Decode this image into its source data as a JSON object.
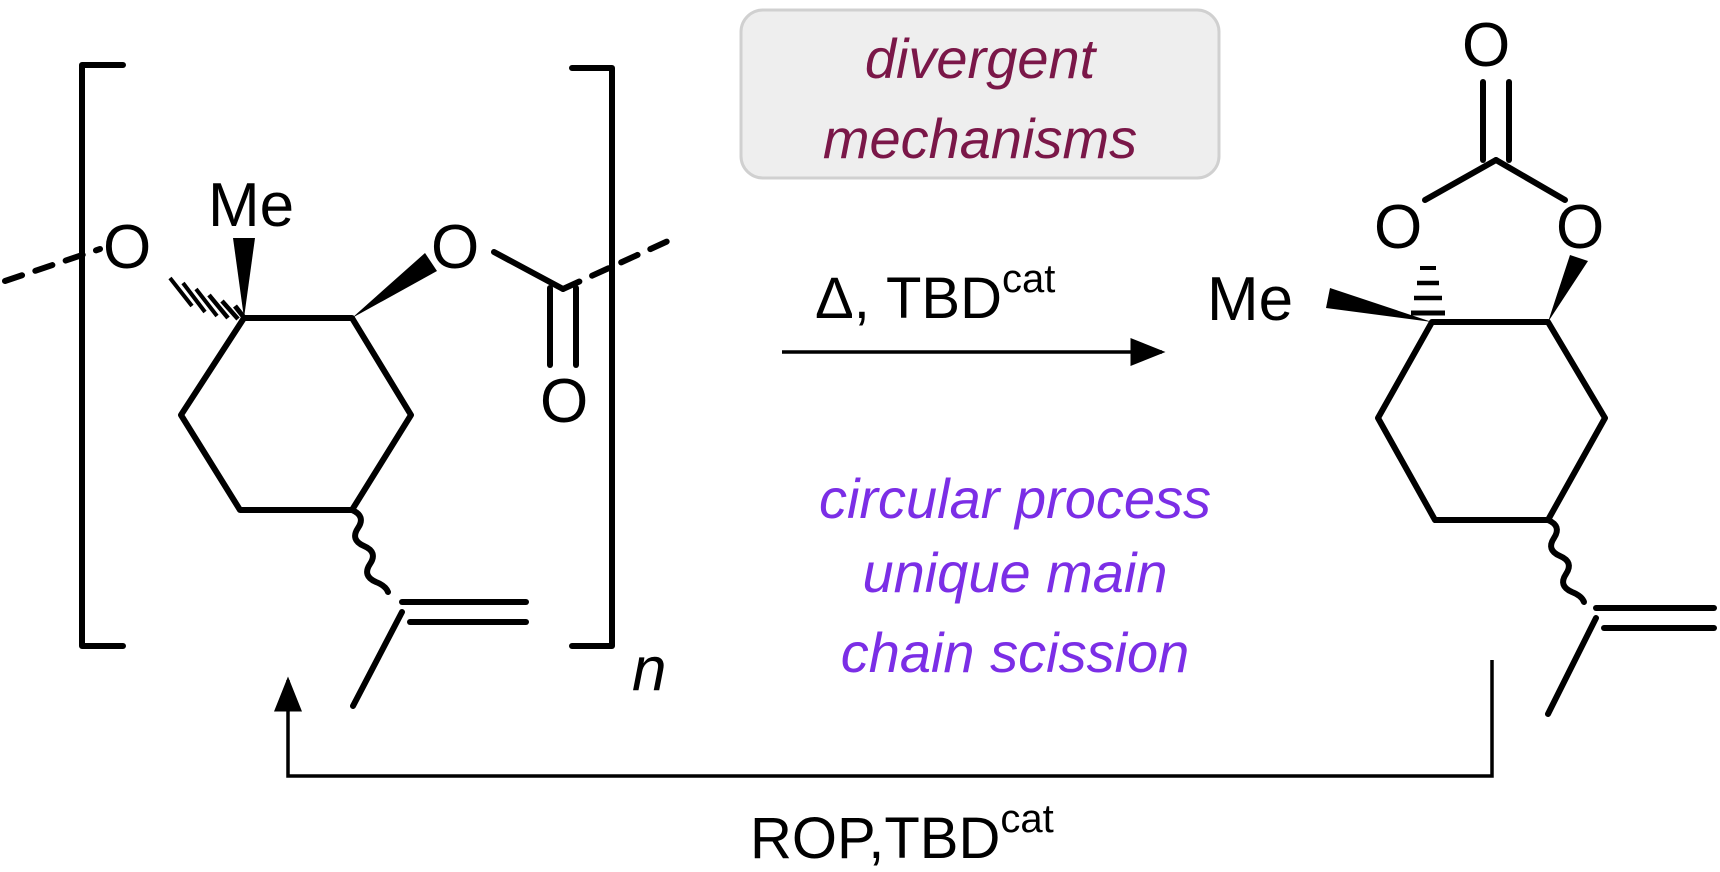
{
  "labels": {
    "me_polymer": "Me",
    "me_product": "Me",
    "o_ether": "O",
    "o_ester": "O",
    "o_carbonyl_polymer": "O",
    "o_carbonyl_product": "O",
    "o_ring_left": "O",
    "o_ring_right": "O",
    "repeat_n": "n"
  },
  "conditions": {
    "forward_prefix": "Δ, TBD",
    "forward_sup": "cat",
    "reverse_prefix": "ROP,TBD",
    "reverse_sup": "cat"
  },
  "callout": {
    "line1": "divergent",
    "line2": "mechanisms"
  },
  "features": {
    "line1": "circular process",
    "line2": "unique main",
    "line3": "chain scission"
  },
  "colors": {
    "callout_text": "#7a1748",
    "callout_fill": "#eeeeee",
    "callout_border": "#d0d0d0",
    "feature_text": "#7b2ee6",
    "ink": "#000000"
  }
}
